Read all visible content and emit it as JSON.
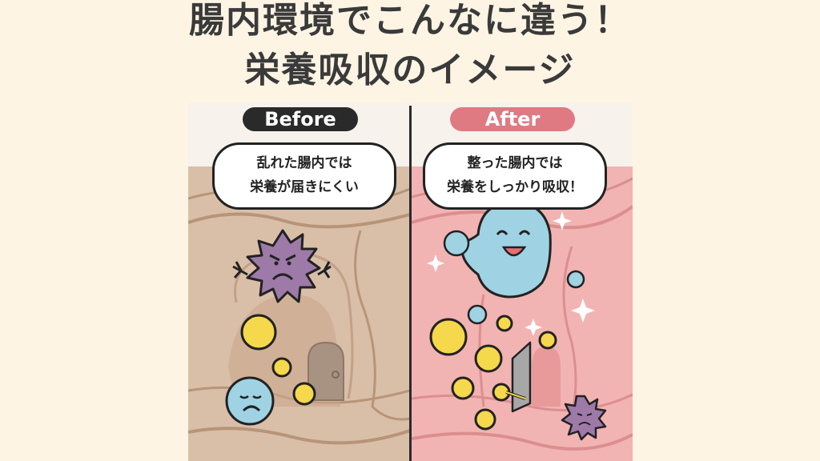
{
  "title": {
    "line1": "腸内環境でこんなに違う！",
    "line2": "栄養吸収のイメージ"
  },
  "panels": {
    "before": {
      "badge": "Before",
      "badge_color": "#2a2a2a",
      "bubble_line1": "乱れた腸内では",
      "bubble_line2": "栄養が届きにくい",
      "background_color": "#d9bfa8",
      "characters": [
        "angry-purple-germ",
        "sad-blue-bacteria",
        "yellow-nutrient-balls",
        "closed-brown-door"
      ]
    },
    "after": {
      "badge": "After",
      "badge_color": "#df7a82",
      "bubble_line1": "整った腸内では",
      "bubble_line2": "栄養をしっかり吸収！",
      "background_color": "#f2b3b3",
      "characters": [
        "happy-blue-bacteria",
        "blue-bubbles",
        "yellow-nutrient-balls",
        "open-gray-door",
        "small-purple-germ",
        "sparkles"
      ]
    }
  },
  "colors": {
    "page_background": "#fdf4e4",
    "title_text": "#3a3a3a",
    "divider": "#2b2b2b"
  }
}
